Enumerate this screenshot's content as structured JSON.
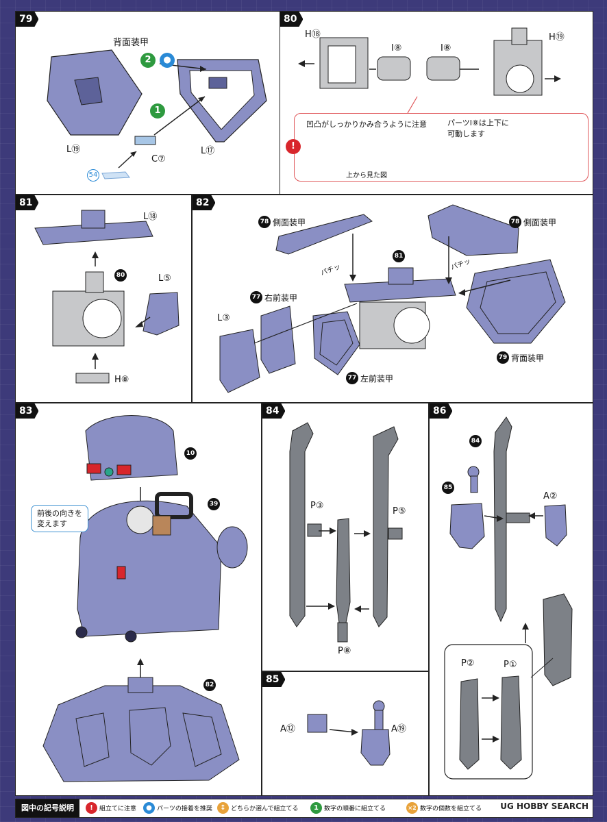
{
  "steps": {
    "s79": {
      "num": "79",
      "label_back_armor": "背面装甲",
      "part_l19": "L⑲",
      "part_l17": "L⑰",
      "part_c7": "C⑦",
      "part_54": "54",
      "mark_order_1": "1",
      "mark_order_2": "2"
    },
    "s80": {
      "num": "80",
      "part_h18": "H⑱",
      "part_i8_a": "I⑧",
      "part_i8_b": "I⑧",
      "part_h19": "H⑲",
      "caution_text": "凹凸がしっかりかみ合うように注意",
      "top_view_caption": "上から見た図",
      "movable_text_1": "パーツI⑧は上下に",
      "movable_text_2": "可動します"
    },
    "s81": {
      "num": "81",
      "part_l18": "L⑱",
      "ref_80": "80",
      "part_l5": "L⑤",
      "part_h8": "H⑧"
    },
    "s82": {
      "num": "82",
      "ref_78_a": "78",
      "label_side_armor_a": "側面装甲",
      "ref_78_b": "78",
      "label_side_armor_b": "側面装甲",
      "ref_81": "81",
      "sound_a": "パチッ",
      "sound_b": "パチッ",
      "ref_77_a": "77",
      "label_right_front": "右前装甲",
      "part_l3": "L③",
      "ref_77_b": "77",
      "label_left_front": "左前装甲",
      "ref_79": "79",
      "label_back_armor": "背面装甲"
    },
    "s83": {
      "num": "83",
      "ref_10": "10",
      "ref_39": "39",
      "bubble_line_1": "前後の向きを",
      "bubble_line_2": "変えます",
      "ref_82": "82"
    },
    "s84": {
      "num": "84",
      "part_p3": "P③",
      "part_p5": "P⑤",
      "part_p8": "P⑧"
    },
    "s85": {
      "num": "85",
      "part_a12": "A⑫",
      "part_a19": "A⑲"
    },
    "s86": {
      "num": "86",
      "ref_84": "84",
      "ref_85": "85",
      "part_a2": "A②",
      "part_p2": "P②",
      "part_p1": "P①"
    }
  },
  "legend": {
    "title": "図中の記号説明",
    "items": [
      {
        "mark": "!",
        "text": "組立てに注意"
      },
      {
        "mark": "●",
        "text": "パーツの接着を推奨"
      },
      {
        "mark": "↕",
        "text": "どちらか選んで組立てる"
      },
      {
        "mark": "1",
        "text": "数字の順番に組立てる"
      },
      {
        "mark": "×2",
        "text": "数字の個数を組立てる"
      }
    ],
    "watermark": "UG HOBBY SEARCH"
  },
  "colors": {
    "background": "#3d3a7a",
    "part_fill": "#8a8fc4",
    "part_dark": "#5d6299",
    "grey_part": "#a7a9ab",
    "caution_red": "#d8262c",
    "order_green": "#2e9a3f",
    "glue_blue": "#2a8ad6"
  }
}
